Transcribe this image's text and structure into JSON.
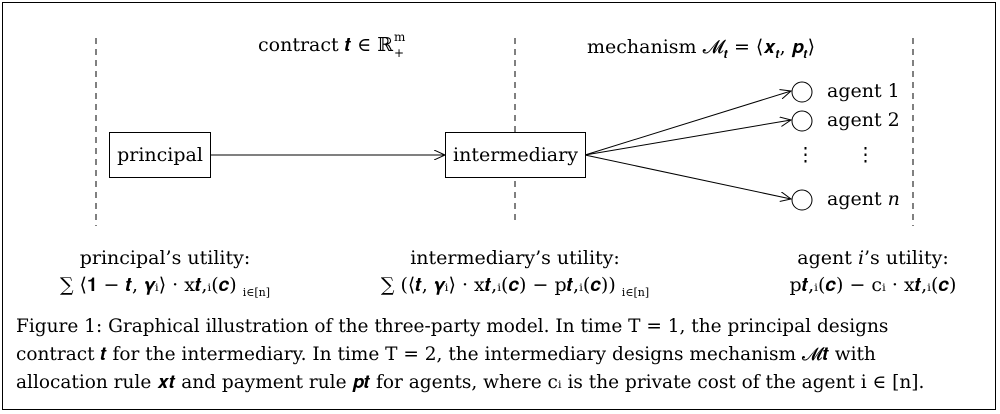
{
  "labels": {
    "contract": "contract 𝒕 ∈ ℝ",
    "contract_sup": "m",
    "contract_sub": "+",
    "mechanism": "mechanism 𝓜",
    "mechanism_sub": "𝒕",
    "mechanism_rest": " = ⟨𝒙",
    "mechanism_x_sub": "𝒕",
    "mechanism_comma": ", 𝒑",
    "mechanism_p_sub": "𝒕",
    "mechanism_close": "⟩"
  },
  "nodes": {
    "principal": "principal",
    "intermediary": "intermediary",
    "agent_1": "agent 1",
    "agent_2": "agent 2",
    "agent_dots_left": "⋮",
    "agent_dots_right": "⋮",
    "agent_n_prefix": "agent ",
    "agent_n_var": "n"
  },
  "utilities": {
    "principal_title": "principal’s utility:",
    "principal_formula": "∑ ⟨𝟏 − 𝒕, 𝜸ᵢ⟩ · x𝒕,ᵢ(𝒄)",
    "principal_sum_sub": "i∈[n]",
    "intermediary_title": "intermediary’s utility:",
    "intermediary_formula": "∑ (⟨𝒕, 𝜸ᵢ⟩ · x𝒕,ᵢ(𝒄) − p𝒕,ᵢ(𝒄))",
    "intermediary_sum_sub": "i∈[n]",
    "agent_title_prefix": "agent ",
    "agent_title_var": "i",
    "agent_title_suffix": "’s utility:",
    "agent_formula": "p𝒕,ᵢ(𝒄) − cᵢ · x𝒕,ᵢ(𝒄)"
  },
  "caption": {
    "line1": "Figure 1: Graphical illustration of the three-party model. In time T = 1, the principal designs",
    "line2": "contract 𝒕 for the intermediary. In time T = 2, the intermediary designs mechanism 𝓜𝒕 with",
    "line3": "allocation rule 𝒙𝒕 and payment rule 𝒑𝒕 for agents, where cᵢ is the private cost of the agent i ∈ [n]."
  }
}
